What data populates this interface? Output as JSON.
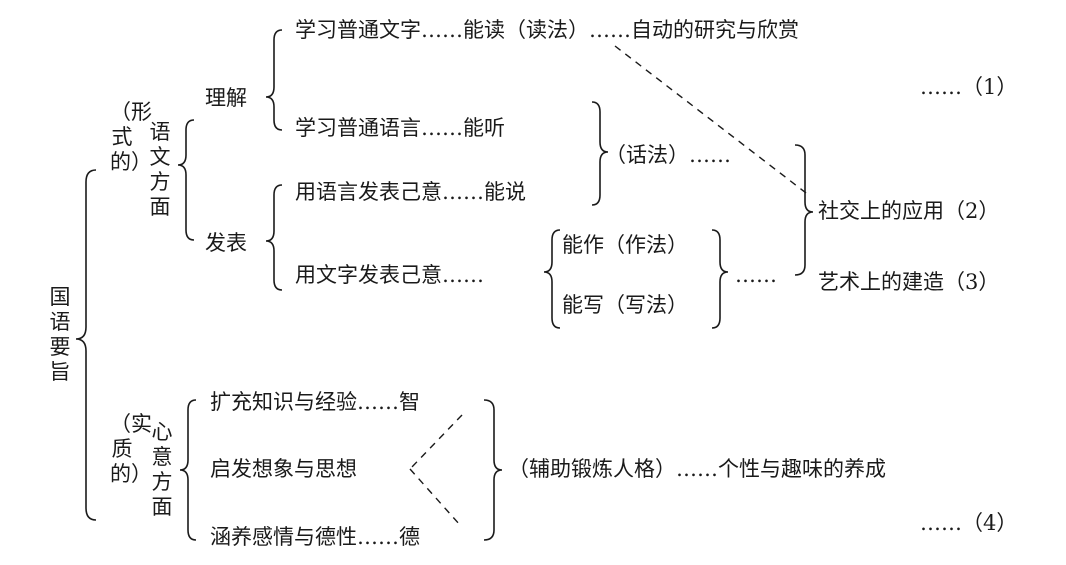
{
  "root": "国语要旨",
  "form": {
    "qualifier": "（形式的）",
    "aspect": "语文方面",
    "understand": {
      "label": "理解",
      "read": "学习普通文字……能读（读法）……自动的研究与欣赏",
      "listen": "学习普通语言……能听"
    },
    "express": {
      "label": "发表",
      "speak": "用语言发表己意……能说",
      "write": "用文字发表己意……",
      "compose": "能作（作法）",
      "handwrite": "能写（写法）",
      "write_dots": "……"
    },
    "speech_method": "（话法）……",
    "outcome1": "……（1）",
    "outcome2": "社交上的应用（2）",
    "outcome3": "艺术上的建造（3）"
  },
  "substance": {
    "qualifier": "（实质的）",
    "aspect": "心意方面",
    "knowledge": "扩充知识与经验……智",
    "imagination": "启发想象与思想",
    "emotion": "涵养感情与德性……德",
    "personality": "（辅助锻炼人格）……个性与趣味的养成",
    "outcome4": "……（4）"
  }
}
